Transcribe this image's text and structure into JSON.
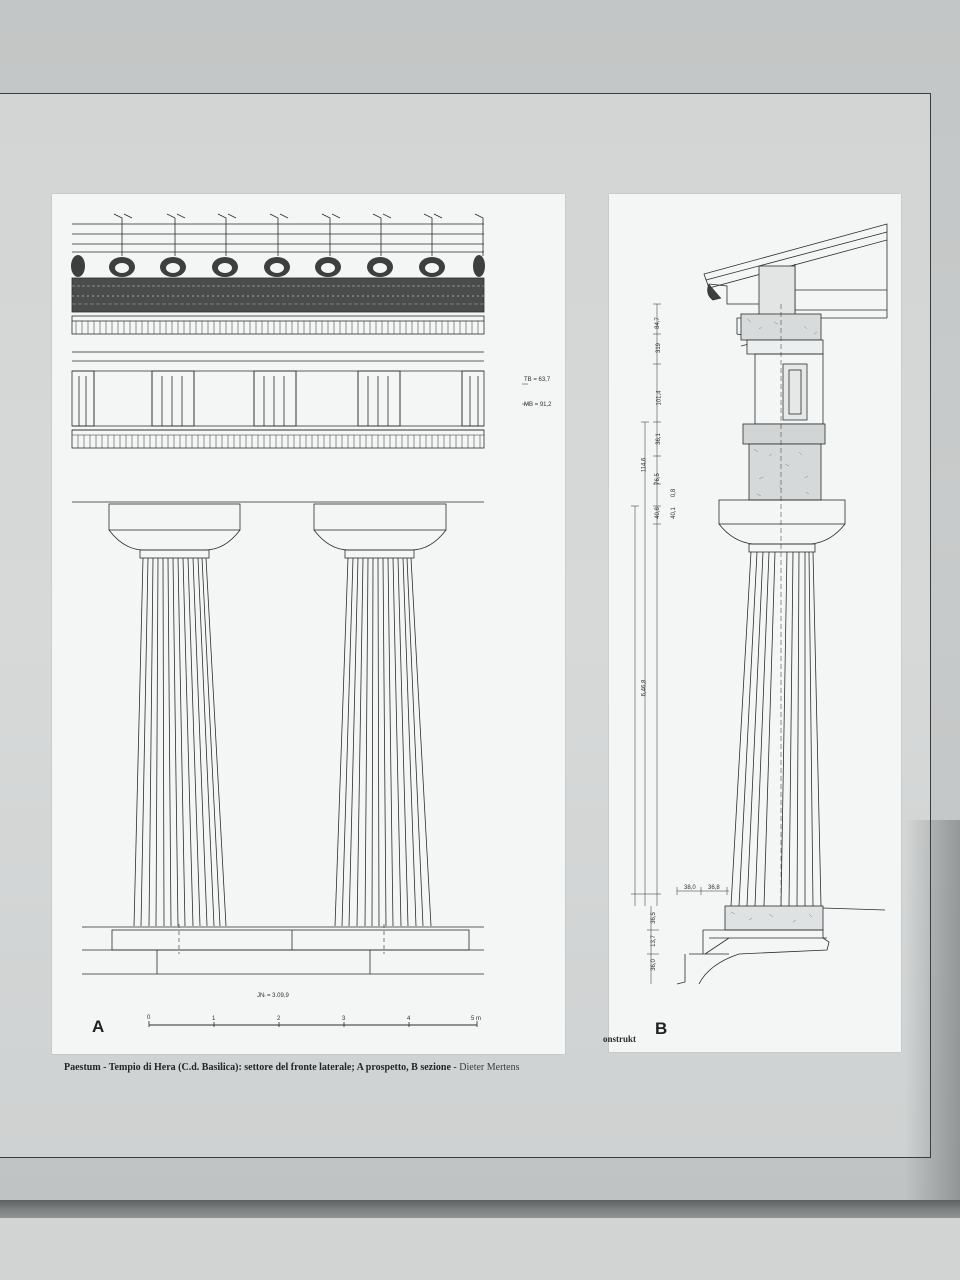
{
  "drawing_a": {
    "label": "A",
    "tb_label": "TB = 63,7",
    "mb_label": "MB = 91,2",
    "interaxial_label": "JNₗ = 3.09,9",
    "scale": {
      "ticks": [
        "0",
        "1",
        "2",
        "3",
        "4",
        "5 m"
      ]
    }
  },
  "drawing_b": {
    "label": "B",
    "fragment_text": "onstrukt",
    "dimensions": [
      "84,7",
      "319",
      "101,4",
      "36,1",
      "114,6",
      "76,5",
      "0,8",
      "40,1",
      "40,8",
      "6,46,8",
      "38,0",
      "36,8",
      "36,5",
      "13,7",
      "36,0"
    ]
  },
  "caption": {
    "title": "Paestum - Tempio di Hera (C.d. Basilica): settore del fronte laterale; A prospetto, B sezione",
    "separator": " - ",
    "author": "Dieter Mertens"
  },
  "colors": {
    "ink": "#2b2d2d",
    "sheet": "#f4f5f5",
    "wall": "#c3c6c6"
  }
}
